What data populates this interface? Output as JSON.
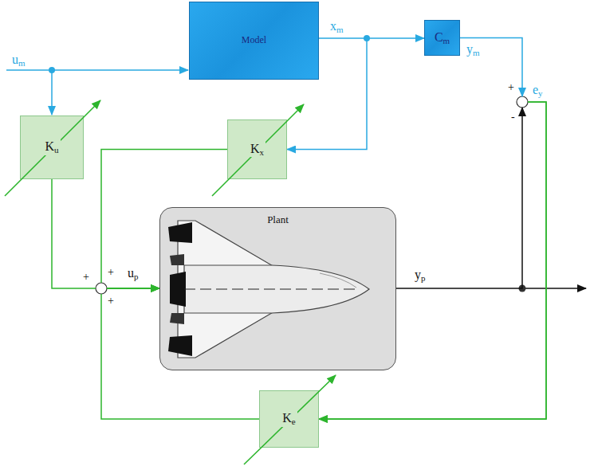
{
  "diagram": {
    "nodes": [
      {
        "text": [
          "Model"
        ]
      },
      {
        "text": [
          "Cm"
        ]
      },
      {
        "text": [
          "Ku"
        ]
      },
      {
        "text": [
          "Kx"
        ]
      },
      {
        "text": [
          "Plant"
        ]
      },
      {
        "text": [
          "Ke"
        ]
      }
    ],
    "edges": [
      {
        "from": 0,
        "to": 1,
        "arrow": "to"
      },
      {
        "from": 0,
        "to": 3,
        "arrow": "to"
      },
      {
        "from": 2,
        "to": 4,
        "arrow": "to"
      },
      {
        "from": 3,
        "to": 4,
        "arrow": "to"
      },
      {
        "from": 5,
        "to": 4,
        "arrow": "to"
      },
      {
        "from": 1,
        "to": 5,
        "arrow": "to"
      },
      {
        "from": 4,
        "to": 5,
        "arrow": "to"
      }
    ],
    "labels": [
      "um",
      "xm",
      "ym",
      "ey",
      "+",
      "-",
      "up",
      "+",
      "+",
      "+",
      "yp"
    ]
  }
}
